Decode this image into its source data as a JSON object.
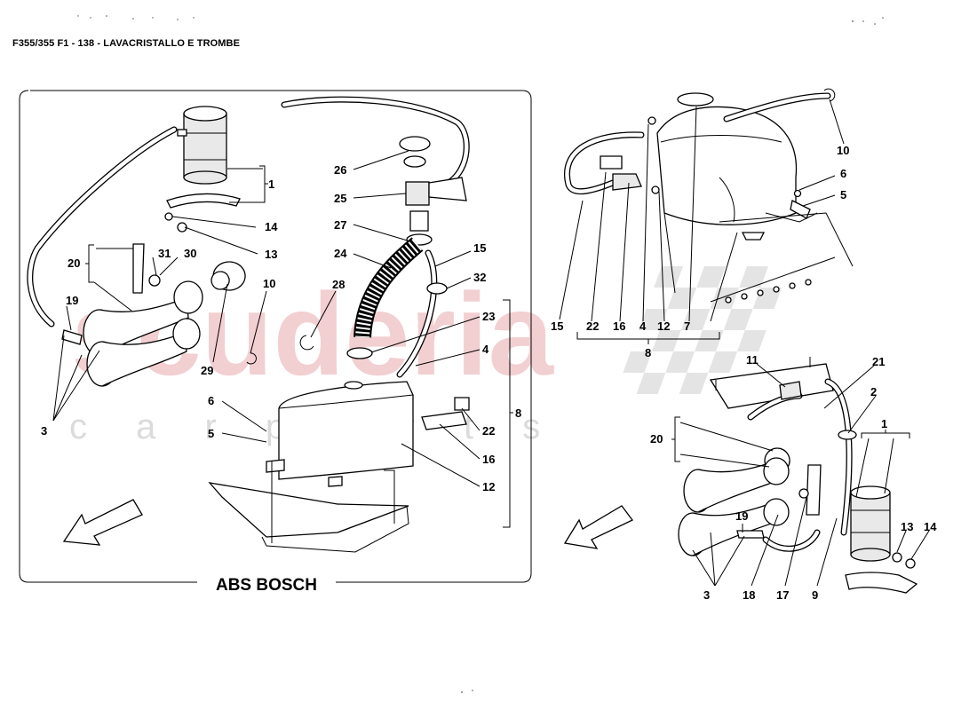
{
  "title": "F355/355 F1 - 138 - LAVACRISTALLO E TROMBE",
  "left_panel": {
    "caption": "ABS BOSCH",
    "callouts": [
      {
        "id": "l1",
        "text": "1"
      },
      {
        "id": "l14",
        "text": "14"
      },
      {
        "id": "l13",
        "text": "13"
      },
      {
        "id": "l20",
        "text": "20"
      },
      {
        "id": "l31",
        "text": "31"
      },
      {
        "id": "l30",
        "text": "30"
      },
      {
        "id": "l19",
        "text": "19"
      },
      {
        "id": "l3",
        "text": "3"
      },
      {
        "id": "l29",
        "text": "29"
      },
      {
        "id": "l10",
        "text": "10"
      },
      {
        "id": "l28",
        "text": "28"
      },
      {
        "id": "l26",
        "text": "26"
      },
      {
        "id": "l25",
        "text": "25"
      },
      {
        "id": "l27",
        "text": "27"
      },
      {
        "id": "l24",
        "text": "24"
      },
      {
        "id": "l15",
        "text": "15"
      },
      {
        "id": "l32",
        "text": "32"
      },
      {
        "id": "l23",
        "text": "23"
      },
      {
        "id": "l4",
        "text": "4"
      },
      {
        "id": "l8",
        "text": "8"
      },
      {
        "id": "l22",
        "text": "22"
      },
      {
        "id": "l16",
        "text": "16"
      },
      {
        "id": "l12",
        "text": "12"
      },
      {
        "id": "l6",
        "text": "6"
      },
      {
        "id": "l5",
        "text": "5"
      }
    ]
  },
  "right_panel": {
    "callouts": [
      {
        "id": "r10",
        "text": "10"
      },
      {
        "id": "r6",
        "text": "6"
      },
      {
        "id": "r5",
        "text": "5"
      },
      {
        "id": "r15",
        "text": "15"
      },
      {
        "id": "r22",
        "text": "22"
      },
      {
        "id": "r16",
        "text": "16"
      },
      {
        "id": "r4",
        "text": "4"
      },
      {
        "id": "r12",
        "text": "12"
      },
      {
        "id": "r7",
        "text": "7"
      },
      {
        "id": "r8",
        "text": "8"
      },
      {
        "id": "r11",
        "text": "11"
      },
      {
        "id": "r21",
        "text": "21"
      },
      {
        "id": "r2",
        "text": "2"
      },
      {
        "id": "r1",
        "text": "1"
      },
      {
        "id": "r20",
        "text": "20"
      },
      {
        "id": "r19",
        "text": "19"
      },
      {
        "id": "r13",
        "text": "13"
      },
      {
        "id": "r14",
        "text": "14"
      },
      {
        "id": "r3",
        "text": "3"
      },
      {
        "id": "r18",
        "text": "18"
      },
      {
        "id": "r17",
        "text": "17"
      },
      {
        "id": "r9",
        "text": "9"
      }
    ]
  },
  "watermark": {
    "brand": "scuderia",
    "subtitle": "c a r p a r t s",
    "brand_color": "#e8a8ac",
    "subtitle_color": "#c4c4c4"
  }
}
